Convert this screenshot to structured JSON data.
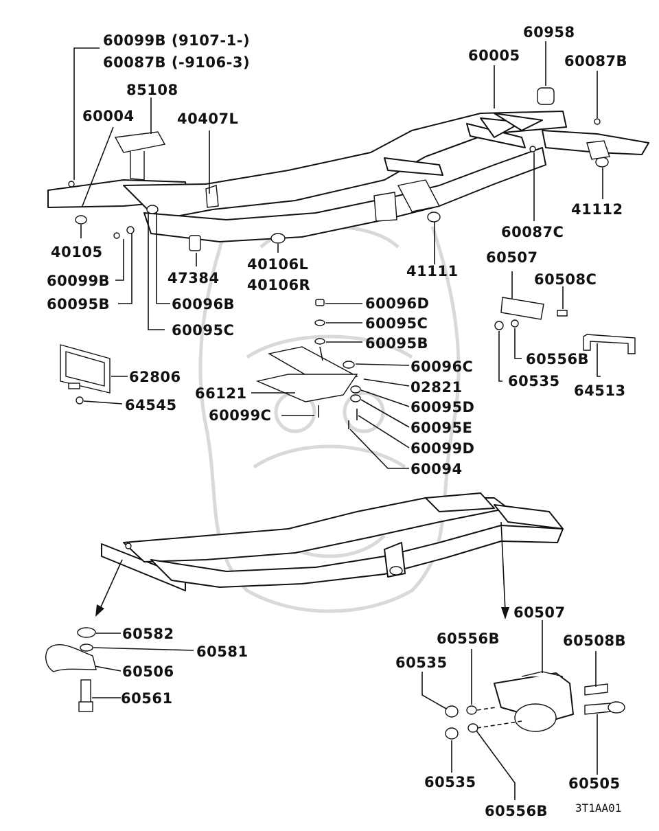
{
  "diagram_ref": "3T1AA01",
  "labels": {
    "p60099B_a": "60099B (9107-1-)",
    "p60087B_a": "60087B (-9106-3)",
    "p85108": "85108",
    "p60004": "60004",
    "p40407L": "40407L",
    "p60005": "60005",
    "p60958": "60958",
    "p60087B_b": "60087B",
    "p41112": "41112",
    "p60087C": "60087C",
    "p40105": "40105",
    "p60099B_b": "60099B",
    "p60095B_a": "60095B",
    "p60096B": "60096B",
    "p60095C_a": "60095C",
    "p47384": "47384",
    "p40106L": "40106L",
    "p40106R": "40106R",
    "p41111": "41111",
    "p60507_a": "60507",
    "p60508C": "60508C",
    "p60556B_a": "60556B",
    "p60535_a": "60535",
    "p64513": "64513",
    "p60096D": "60096D",
    "p60095C_b": "60095C",
    "p60095B_b": "60095B",
    "p60096C": "60096C",
    "p02821": "02821",
    "p66121": "66121",
    "p60095D": "60095D",
    "p60099C": "60099C",
    "p60095E": "60095E",
    "p60099D": "60099D",
    "p60094": "60094",
    "p62806": "62806",
    "p64545": "64545",
    "p60582": "60582",
    "p60581": "60581",
    "p60506": "60506",
    "p60561": "60561",
    "p60507_b": "60507",
    "p60556B_b": "60556B",
    "p60508B": "60508B",
    "p60535_b": "60535",
    "p60535_c": "60535",
    "p60556B_c": "60556B",
    "p60505": "60505"
  },
  "colors": {
    "ink": "#111111",
    "watermark": "#d9d9d9",
    "background": "#ffffff"
  }
}
